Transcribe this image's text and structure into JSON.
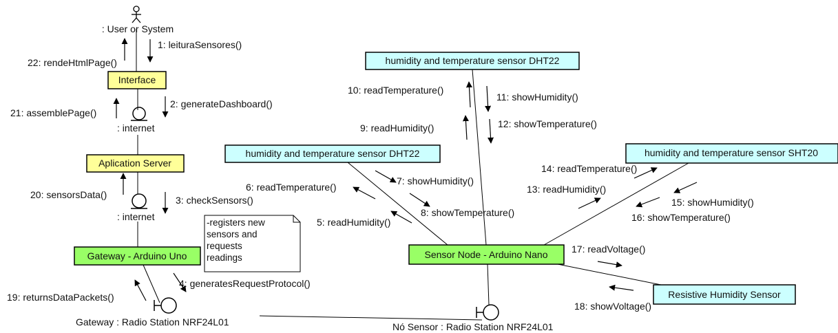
{
  "actor": {
    "label": ": User or System"
  },
  "objects": {
    "interface": {
      "label": "Interface",
      "fill": "#ffff99"
    },
    "app_server": {
      "label": "Aplication Server",
      "fill": "#ffff99"
    },
    "gateway": {
      "label": "Gateway - Arduino Uno",
      "fill": "#99ff66"
    },
    "sensor_node": {
      "label": "Sensor Node - Arduino Nano",
      "fill": "#99ff66"
    },
    "dht22_top": {
      "label": "humidity and temperature sensor DHT22",
      "fill": "#ccffff"
    },
    "dht22_left": {
      "label": "humidity and temperature sensor DHT22",
      "fill": "#ccffff"
    },
    "sht20": {
      "label": "humidity and temperature sensor SHT20",
      "fill": "#ccffff"
    },
    "resistive": {
      "label": "Resistive Humidity Sensor",
      "fill": "#ccffff"
    }
  },
  "boundaries": {
    "internet_1": ": internet",
    "internet_2": ": internet",
    "radio_gateway": "Gateway : Radio Station NRF24L01",
    "radio_node": "Nó Sensor : Radio Station NRF24L01"
  },
  "note": {
    "lines": [
      "-registers new",
      "sensors and",
      "requests",
      "readings"
    ]
  },
  "messages": {
    "m1": "1: leituraSensores()",
    "m2": "2: generateDashboard()",
    "m3": "3: checkSensors()",
    "m4": "4: generatesRequestProtocol()",
    "m5": "5: readHumidity()",
    "m6": "6: readTemperature()",
    "m7": "7: showHumidity()",
    "m8": "8: showTemperature()",
    "m9": "9: readHumidity()",
    "m10": "10: readTemperature()",
    "m11": "11: showHumidity()",
    "m12": "12: showTemperature()",
    "m13": "13: readHumidity()",
    "m14": "14: readTemperature()",
    "m15": "15: showHumidity()",
    "m16": "16: showTemperature()",
    "m17": "17: readVoltage()",
    "m18": "18: showVoltage()",
    "m19": "19: returnsDataPackets()",
    "m20": "20: sensorsData()",
    "m21": "21: assemblePage()",
    "m22": "22: rendeHtmlPage()"
  }
}
